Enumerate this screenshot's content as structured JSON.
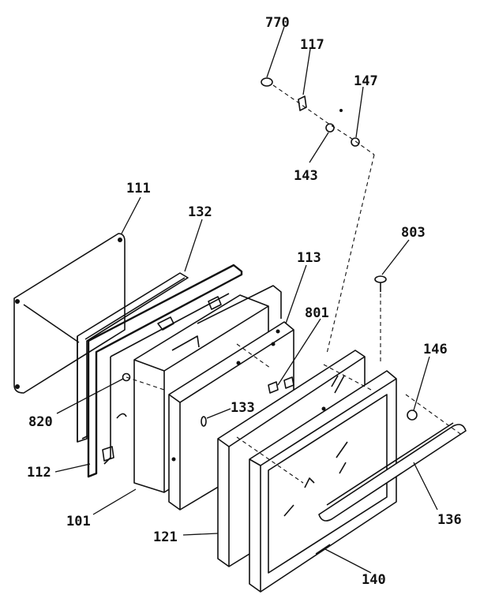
{
  "callouts": {
    "c770": "770",
    "c117": "117",
    "c147": "147",
    "c143": "143",
    "c111": "111",
    "c132": "132",
    "c803": "803",
    "c113": "113",
    "c801": "801",
    "c146": "146",
    "c820": "820",
    "c133": "133",
    "c112": "112",
    "c101": "101",
    "c136": "136",
    "c121": "121",
    "c140": "140"
  }
}
